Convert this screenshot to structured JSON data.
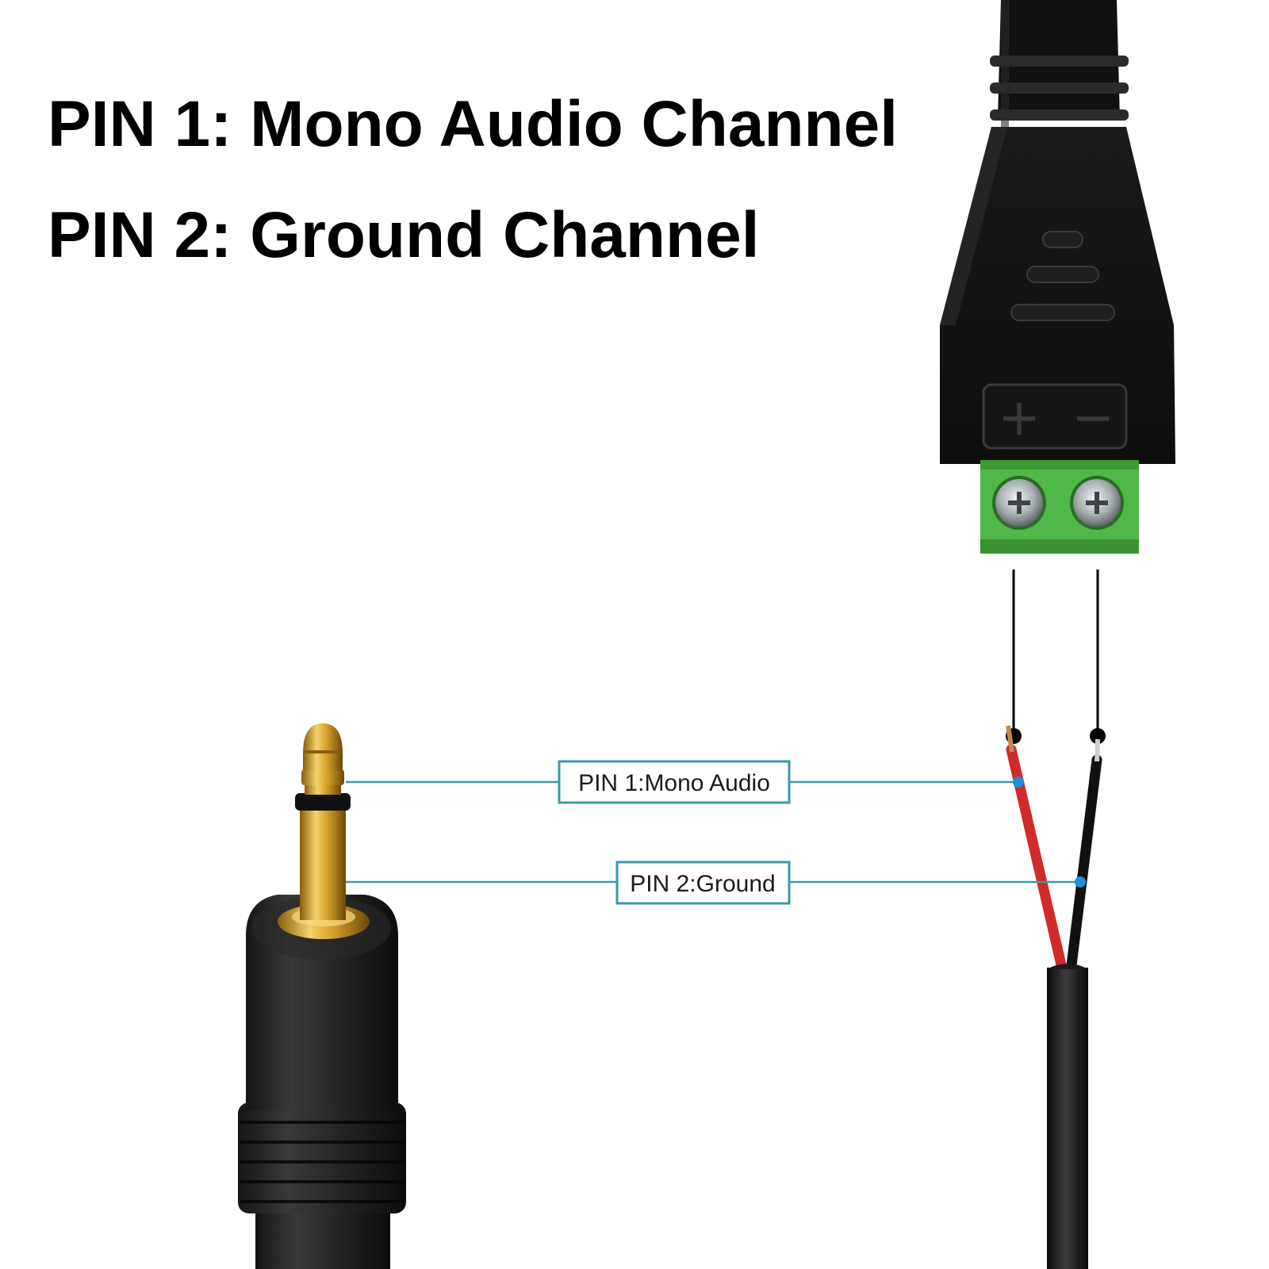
{
  "headings": {
    "pin1": "PIN 1: Mono Audio Channel",
    "pin2": "PIN 2: Ground Channel"
  },
  "callouts": {
    "pin1": "PIN 1:Mono Audio",
    "pin2": "PIN 2:Ground"
  },
  "terminal": {
    "plus_sign": "+",
    "minus_sign": "−"
  },
  "colors": {
    "callout_line": "#3c9aa6",
    "wire_red": "#d12a2a",
    "wire_black": "#111111",
    "terminal_green": "#4fb848",
    "plug_gold": "#d4a12a"
  }
}
